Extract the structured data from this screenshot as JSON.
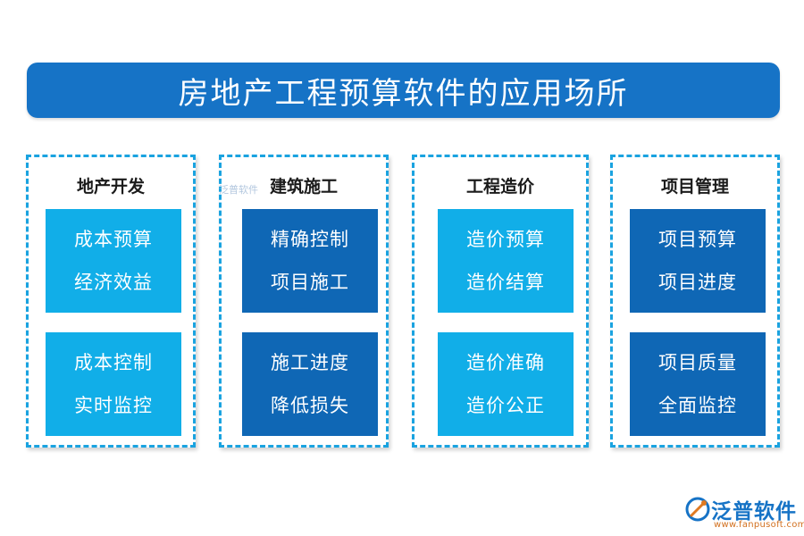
{
  "title": "房地产工程预算软件的应用场所",
  "columns": [
    {
      "heading": "地产开发",
      "boxes": [
        {
          "line1": "成本预算",
          "line2": "经济效益"
        },
        {
          "line1": "成本控制",
          "line2": "实时监控"
        }
      ]
    },
    {
      "heading": "建筑施工",
      "boxes": [
        {
          "line1": "精确控制",
          "line2": "项目施工"
        },
        {
          "line1": "施工进度",
          "line2": "降低损失"
        }
      ]
    },
    {
      "heading": "工程造价",
      "boxes": [
        {
          "line1": "造价预算",
          "line2": "造价结算"
        },
        {
          "line1": "造价准确",
          "line2": "造价公正"
        }
      ]
    },
    {
      "heading": "项目管理",
      "boxes": [
        {
          "line1": "项目预算",
          "line2": "项目进度"
        },
        {
          "line1": "项目质量",
          "line2": "全面监控"
        }
      ]
    }
  ],
  "watermark": "泛普软件",
  "logo": {
    "name": "泛普软件",
    "url": "www.fanpusoft.com",
    "icon": "fanpu-logo-icon"
  },
  "colors": {
    "title_bg": "#1673c6",
    "border": "#1aa3e0",
    "box_light": "#11aee8",
    "box_dark": "#0f67b5"
  }
}
